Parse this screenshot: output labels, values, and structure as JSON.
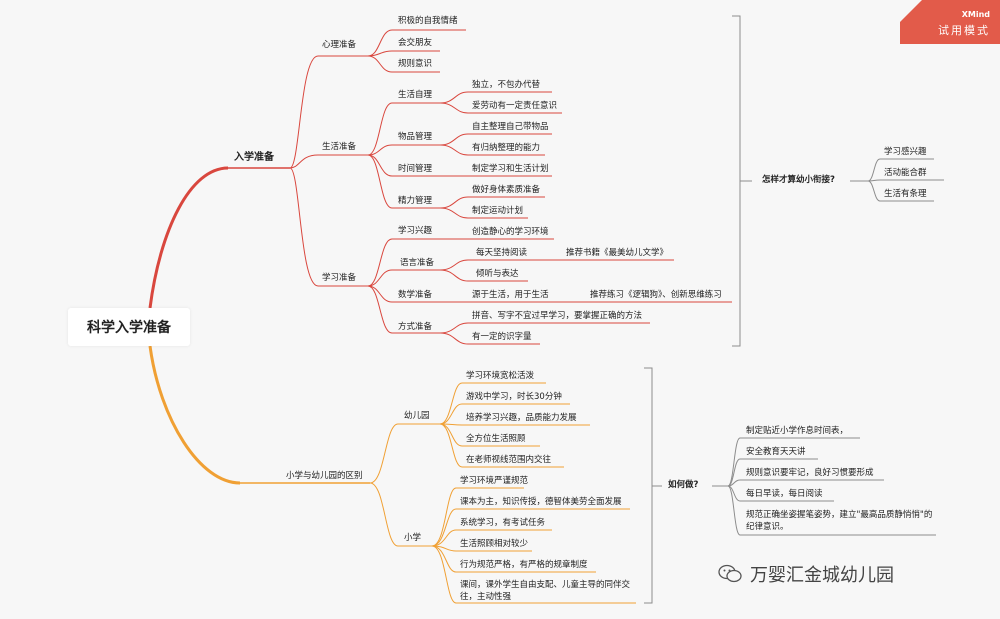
{
  "root": "科学入学准备",
  "badge": {
    "brand": "XMind",
    "mode": "试用模式"
  },
  "watermark": "万婴汇金城幼儿园",
  "colors": {
    "upper": "#d9473e",
    "lower": "#f0a034",
    "gray": "#8c8c8c"
  },
  "branch1": {
    "title": "入学准备",
    "mental": {
      "label": "心理准备",
      "items": [
        "积极的自我情绪",
        "会交朋友",
        "规则意识"
      ]
    },
    "life": {
      "label": "生活准备",
      "self_care": {
        "label": "生活自理",
        "items": [
          "独立，不包办代替",
          "爱劳动有一定责任意识"
        ]
      },
      "items_mgmt": {
        "label": "物品管理",
        "items": [
          "自主整理自己带物品",
          "有归纳整理的能力"
        ]
      },
      "time_mgmt": {
        "label": "时间管理",
        "items": [
          "制定学习和生活计划"
        ]
      },
      "energy_mgmt": {
        "label": "精力管理",
        "items": [
          "做好身体素质准备",
          "制定运动计划"
        ]
      }
    },
    "study": {
      "label": "学习准备",
      "interest": {
        "label": "学习兴趣",
        "items": [
          "创造静心的学习环境"
        ]
      },
      "language": {
        "label": "语言准备",
        "items": [
          "每天坚持阅读",
          "倾听与表达"
        ],
        "book": "推荐书籍《最美幼儿文学》"
      },
      "math": {
        "label": "数学准备",
        "items": [
          "源于生活，用于生活"
        ],
        "practice": "推荐练习《逻辑狗》、创新思维练习"
      },
      "method": {
        "label": "方式准备",
        "items": [
          "拼音、写字不宜过早学习，要掌握正确的方法",
          "有一定的识字量"
        ]
      }
    },
    "summary": {
      "question": "怎样才算幼小衔接?",
      "items": [
        "学习感兴趣",
        "活动能合群",
        "生活有条理"
      ]
    }
  },
  "branch2": {
    "title": "小学与幼儿园的区别",
    "kindergarten": {
      "label": "幼儿园",
      "items": [
        "学习环境宽松活泼",
        "游戏中学习，时长30分钟",
        "培养学习兴趣，品质能力发展",
        "全方位生活照顾",
        "在老师视线范围内交往"
      ]
    },
    "primary": {
      "label": "小学",
      "items": [
        "学习环境严谨规范",
        "课本为主，知识传授，德智体美劳全面发展",
        "系统学习，有考试任务",
        "生活照顾相对较少",
        "行为规范严格，有严格的规章制度",
        "课间，课外学生自由支配、儿童主导的同伴交往，主动性强"
      ]
    },
    "how": {
      "question": "如何做?",
      "items": [
        "制定贴近小学作息时间表，",
        "安全教育天天讲",
        "规则意识要牢记，良好习惯要形成",
        "每日早读，每日阅读",
        "规范正确坐姿握笔姿势，建立\"最高品质静悄悄\"的纪律意识。"
      ]
    }
  }
}
